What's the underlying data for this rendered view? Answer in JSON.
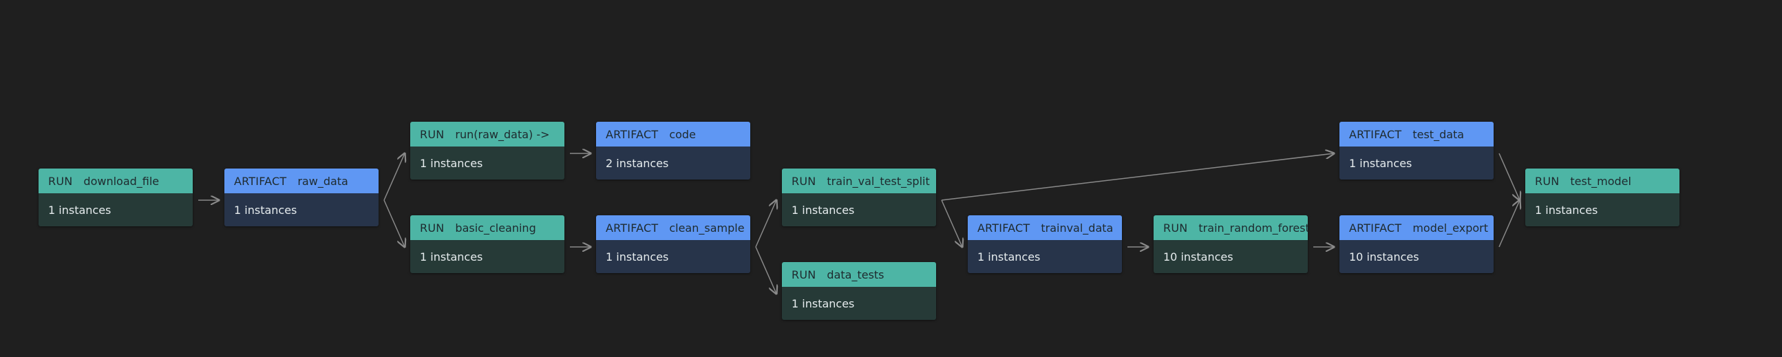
{
  "graph": {
    "colors": {
      "run_header": "#4db5a5",
      "run_body": "#263a37",
      "artifact_header": "#5f97f3",
      "artifact_body": "#27344a",
      "edge": "#8a8a8a",
      "background": "#1f1f1f"
    },
    "nodes": [
      {
        "id": "download_file",
        "kind": "RUN",
        "name": "download_file",
        "count": "1 instances"
      },
      {
        "id": "raw_data",
        "kind": "ARTIFACT",
        "name": "raw_data",
        "count": "1 instances"
      },
      {
        "id": "run_raw_data",
        "kind": "RUN",
        "name": "run(raw_data) ->",
        "count": "1 instances"
      },
      {
        "id": "basic_cleaning",
        "kind": "RUN",
        "name": "basic_cleaning",
        "count": "1 instances"
      },
      {
        "id": "code",
        "kind": "ARTIFACT",
        "name": "code",
        "count": "2 instances"
      },
      {
        "id": "clean_sample",
        "kind": "ARTIFACT",
        "name": "clean_sample",
        "count": "1 instances"
      },
      {
        "id": "train_val_test_split",
        "kind": "RUN",
        "name": "train_val_test_split",
        "count": "1 instances"
      },
      {
        "id": "data_tests",
        "kind": "RUN",
        "name": "data_tests",
        "count": "1 instances"
      },
      {
        "id": "trainval_data",
        "kind": "ARTIFACT",
        "name": "trainval_data",
        "count": "1 instances"
      },
      {
        "id": "train_random_forest",
        "kind": "RUN",
        "name": "train_random_forest",
        "count": "10 instances"
      },
      {
        "id": "test_data",
        "kind": "ARTIFACT",
        "name": "test_data",
        "count": "1 instances"
      },
      {
        "id": "model_export",
        "kind": "ARTIFACT",
        "name": "model_export",
        "count": "10 instances"
      },
      {
        "id": "test_model",
        "kind": "RUN",
        "name": "test_model",
        "count": "1 instances"
      }
    ],
    "edges": [
      [
        "download_file",
        "raw_data"
      ],
      [
        "raw_data",
        "run_raw_data"
      ],
      [
        "raw_data",
        "basic_cleaning"
      ],
      [
        "run_raw_data",
        "code"
      ],
      [
        "basic_cleaning",
        "clean_sample"
      ],
      [
        "clean_sample",
        "train_val_test_split"
      ],
      [
        "clean_sample",
        "data_tests"
      ],
      [
        "train_val_test_split",
        "test_data"
      ],
      [
        "train_val_test_split",
        "trainval_data"
      ],
      [
        "trainval_data",
        "train_random_forest"
      ],
      [
        "train_random_forest",
        "model_export"
      ],
      [
        "test_data",
        "test_model"
      ],
      [
        "model_export",
        "test_model"
      ]
    ]
  }
}
